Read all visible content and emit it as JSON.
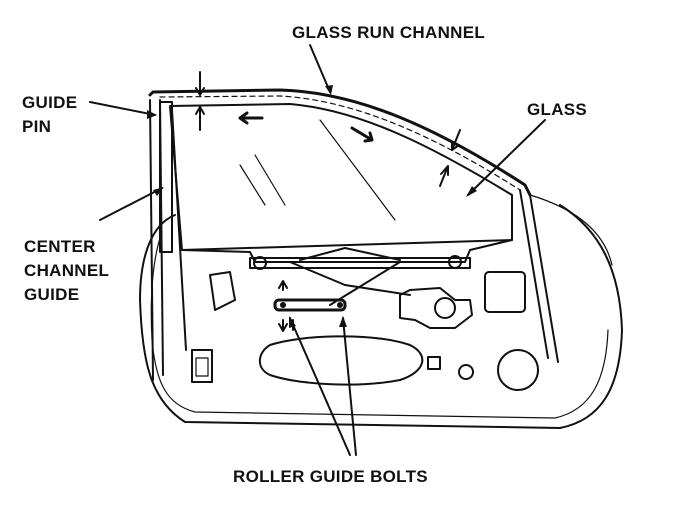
{
  "labels": {
    "glass_run_channel": "GLASS RUN CHANNEL",
    "guide_pin_line1": "GUIDE",
    "guide_pin_line2": "PIN",
    "glass": "GLASS",
    "center_channel_line1": "CENTER",
    "center_channel_line2": "CHANNEL",
    "center_channel_line3": "GUIDE",
    "roller_guide_bolts": "ROLLER GUIDE BOLTS"
  },
  "colors": {
    "ink": "#111111",
    "paper": "#ffffff"
  }
}
